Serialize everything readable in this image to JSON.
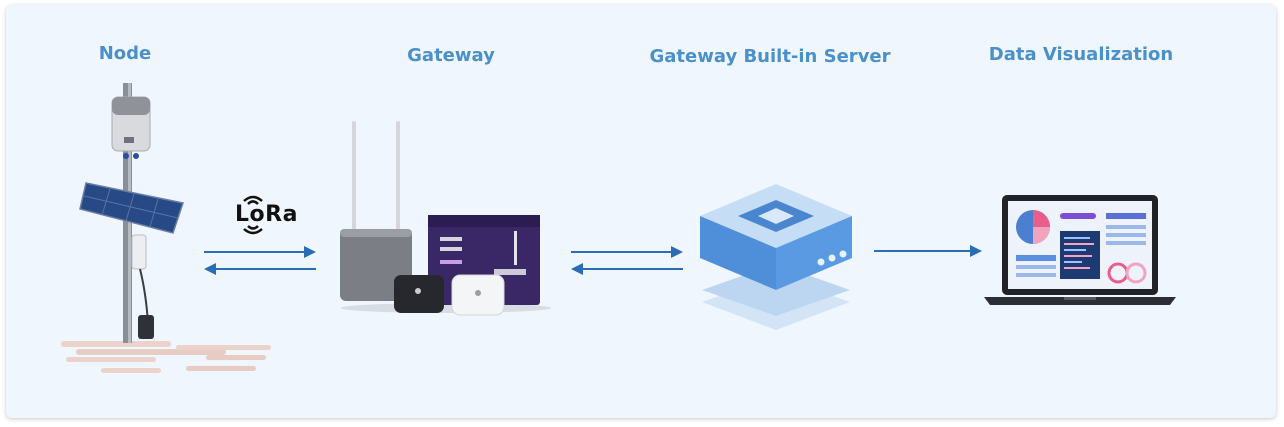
{
  "stages": [
    {
      "id": "node",
      "title": "Node"
    },
    {
      "id": "gateway",
      "title": "Gateway"
    },
    {
      "id": "server",
      "title": "Gateway Built-in Server"
    },
    {
      "id": "visualization",
      "title": "Data Visualization"
    }
  ],
  "protocol": {
    "label": "LoRa"
  },
  "colors": {
    "accent": "#4a90c9",
    "arrow": "#2a6db5",
    "background": "#f0f6fd"
  },
  "icons": [
    "node-pole-icon",
    "lora-wave-icon",
    "gateway-device-icon",
    "server-stack-icon",
    "laptop-dashboard-icon"
  ]
}
